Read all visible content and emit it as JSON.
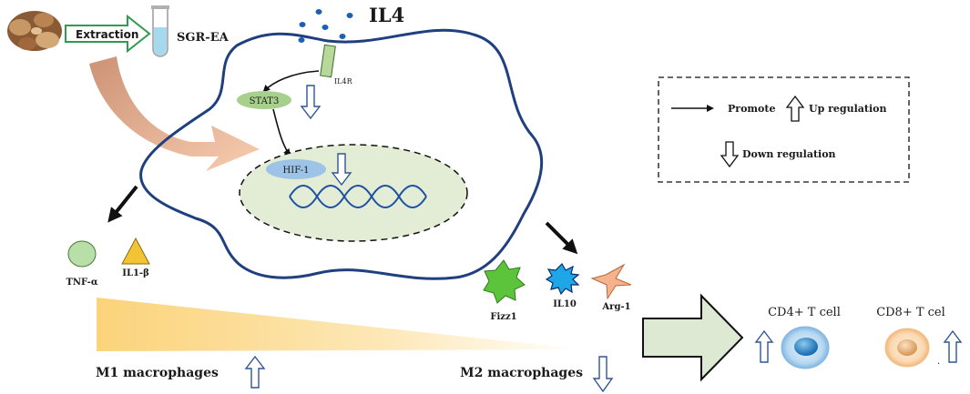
{
  "colors": {
    "membrane": "#1f3f7f",
    "nucleus_fill": "#e3edd6",
    "dot_blue": "#1f5fb3",
    "arrow_outline": "#2f5597",
    "stat3_fill": "#a7d08c",
    "hif1_fill": "#9dc3e6",
    "extraction_arrow": "#2e9b4f",
    "tube_liquid": "#a6d8f0",
    "m1_gradient": "#fbd37a",
    "big_arrow_fill": "#dde9d3",
    "tnf_fill": "#b9dfa8",
    "il1b_fill": "#f2c335",
    "fizz1_fill": "#5bc43a",
    "il10_fill": "#1ea6e6",
    "arg1_fill": "#f5b28c",
    "cd4_cell": "#7fb6e4",
    "cd8_cell": "#f5c48f"
  },
  "source": {
    "extraction_label": "Extraction",
    "extract_name": "SGR-EA",
    "herb_icon": "herb-slices-icon",
    "tube_icon": "test-tube-icon"
  },
  "cytokine": {
    "title": "IL4",
    "receptor_label": "IL4R"
  },
  "cell": {
    "stat3_label": "STAT3",
    "hif1_label": "HIF-1"
  },
  "m1": {
    "markers": [
      "TNF-α",
      "IL1-β"
    ],
    "label": "M1 macrophages"
  },
  "m2": {
    "markers": [
      "Fizz1",
      "IL10",
      "Arg-1"
    ],
    "label": "M2 macrophages"
  },
  "tcells": {
    "cd4_label": "CD4+ T cell",
    "cd8_label": "CD8+ T cel",
    "cd8_trailing_mark": "."
  },
  "legend": {
    "promote": "Promote",
    "up": "Up regulation",
    "down": "Down regulation"
  }
}
